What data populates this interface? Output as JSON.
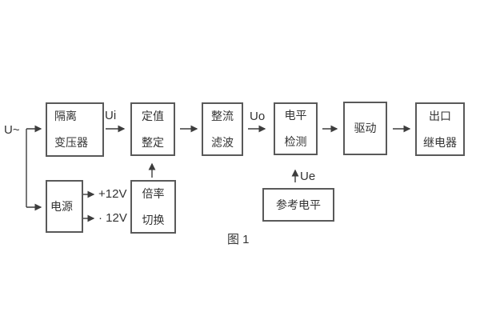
{
  "figure": {
    "caption": "图 1"
  },
  "blocks": {
    "isolation_transformer": "隔离\n变压器",
    "setpoint_setting": "定值\n整定",
    "rectifier_filter": "整流\n滤波",
    "level_detection": "电平\n检测",
    "driver": "驱动",
    "output_relay": "出口\n继电器",
    "power_supply": "电源",
    "ratio_switch": "倍率\n切换",
    "reference_level": "参考电平"
  },
  "signals": {
    "input": "U~",
    "ui": "Ui",
    "uo": "Uo",
    "ue": "Ue",
    "rail_positive": "+12V",
    "rail_negative": "· 12V"
  },
  "colors": {
    "box_border": "#595959",
    "wire": "#3d3d3d",
    "text": "#333333"
  }
}
